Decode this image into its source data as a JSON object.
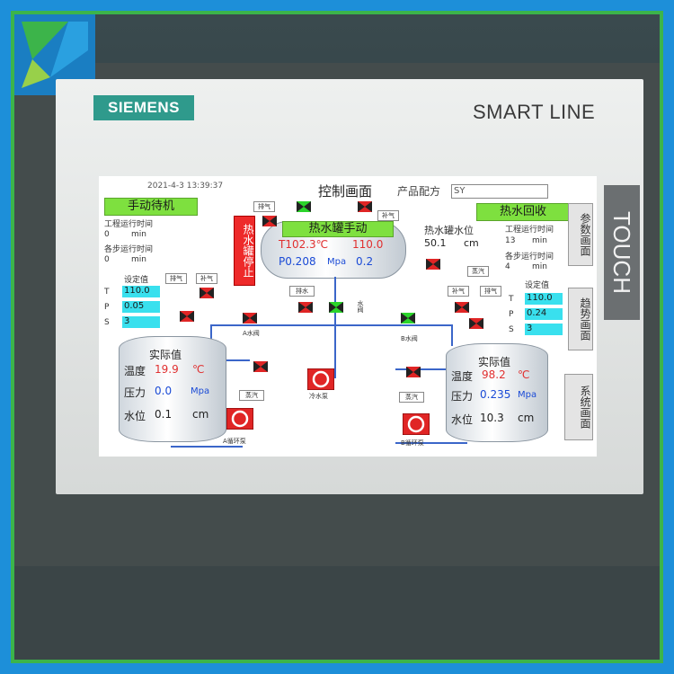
{
  "device": {
    "brand": "SIEMENS",
    "model": "SMART LINE",
    "touch_label": "TOUCH"
  },
  "header": {
    "datetime": "2021-4-3 13:39:37",
    "title": "控制画面",
    "recipe_label": "产品配方",
    "recipe_value": "SY"
  },
  "left_panel": {
    "status": "手动待机",
    "process_time_label": "工程运行时间",
    "process_time_value": "0",
    "process_time_unit": "min",
    "step_time_label": "各步运行时间",
    "step_time_value": "0",
    "step_time_unit": "min",
    "setpoint_label": "设定值",
    "t_label": "T",
    "t_value": "110.0",
    "p_label": "P",
    "p_value": "0.05",
    "s_label": "S",
    "s_value": "3"
  },
  "right_panel": {
    "status": "热水回收",
    "process_time_label": "工程运行时间",
    "process_time_value": "13",
    "process_time_unit": "min",
    "step_time_label": "各步运行时间",
    "step_time_value": "4",
    "step_time_unit": "min",
    "setpoint_label": "设定值",
    "t_label": "T",
    "t_value": "110.0",
    "p_label": "P",
    "p_value": "0.24",
    "s_label": "S",
    "s_value": "3"
  },
  "hot_tank": {
    "stop_button": "热水罐停止",
    "mode": "热水罐手动",
    "temp_actual": "T102.3℃",
    "temp_set": "110.0",
    "pressure_actual": "P0.208",
    "pressure_unit": "Mpa",
    "pressure_set": "0.2",
    "level_label": "热水罐水位",
    "level_value": "50.1",
    "level_unit": "cm"
  },
  "tank_a": {
    "title": "实际值",
    "temp_label": "温度",
    "temp_value": "19.9",
    "temp_unit": "℃",
    "pressure_label": "压力",
    "pressure_value": "0.0",
    "pressure_unit": "Mpa",
    "level_label": "水位",
    "level_value": "0.1",
    "level_unit": "cm"
  },
  "tank_b": {
    "title": "实际值",
    "temp_label": "温度",
    "temp_value": "98.2",
    "temp_unit": "℃",
    "pressure_label": "压力",
    "pressure_value": "0.235",
    "pressure_unit": "Mpa",
    "level_label": "水位",
    "level_value": "10.3",
    "level_unit": "cm"
  },
  "labels": {
    "exhaust": "排气",
    "replenish": "补气",
    "drain": "排水",
    "steam": "蒸汽",
    "water_valve": "水阀",
    "a_water_valve": "A水阀",
    "b_water_valve": "B水阀",
    "cold_pump": "冷水泵",
    "a_circ_pump": "A循环泵",
    "b_circ_pump": "B循环泵"
  },
  "nav": {
    "params": "参数画面",
    "trend": "趋势画面",
    "system": "系统画面"
  },
  "colors": {
    "green_label": "#7ee03f",
    "red_button": "#ee2a2a",
    "cyan_box": "#39e0ee",
    "pipe_blue": "#3b66c9",
    "valve_open": "#2bd42b",
    "valve_closed": "#e02525"
  }
}
